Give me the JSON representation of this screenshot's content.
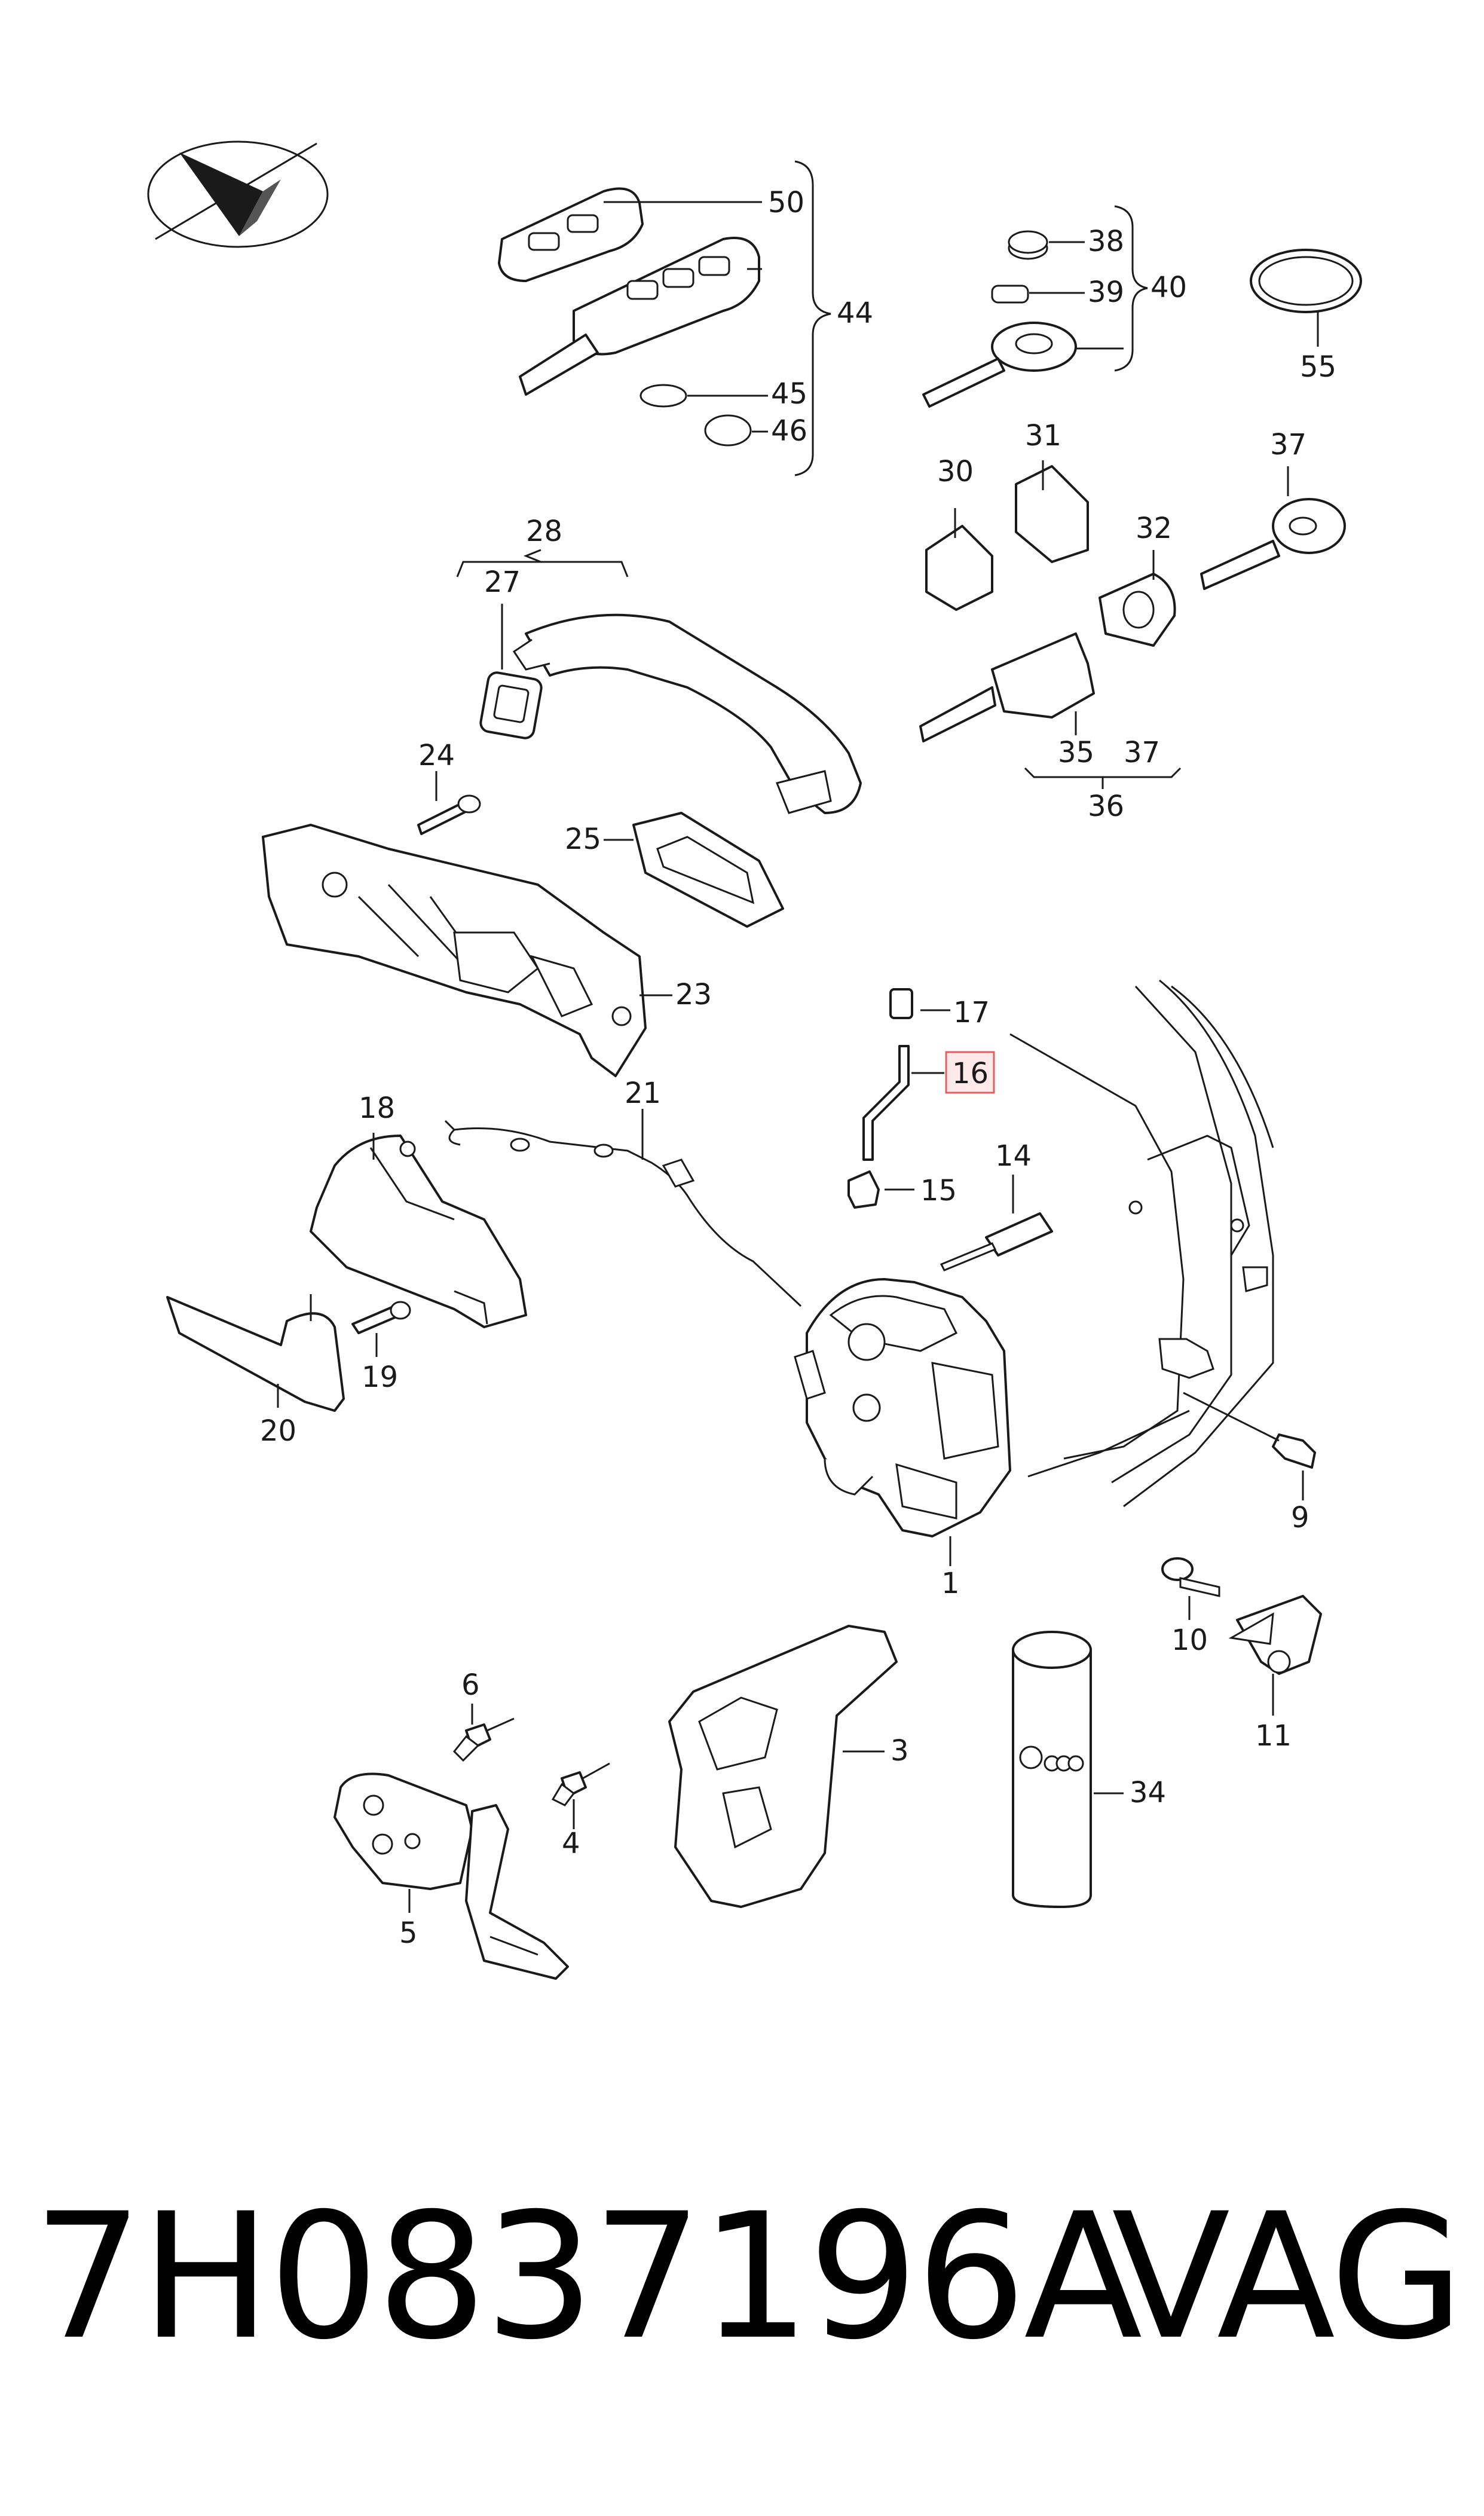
{
  "diagram": {
    "callouts": {
      "c50": "50",
      "c44": "44",
      "c45": "45",
      "c46": "46",
      "c38": "38",
      "c39": "39",
      "c40": "40",
      "c55": "55",
      "c28": "28",
      "c27": "27",
      "c30": "30",
      "c31": "31",
      "c37a": "37",
      "c32": "32",
      "c35": "35",
      "c37b": "37",
      "c36": "36",
      "c24": "24",
      "c25": "25",
      "c23": "23",
      "c17": "17",
      "c16": "16",
      "c15": "15",
      "c14": "14",
      "c18": "18",
      "c21": "21",
      "c19": "19",
      "c20": "20",
      "c1": "1",
      "c9": "9",
      "c10": "10",
      "c11": "11",
      "c6": "6",
      "c3": "3",
      "c4": "4",
      "c5": "5",
      "c34": "34"
    },
    "highlighted_callout": "16",
    "highlight_color": "#e06060"
  },
  "footer": {
    "part_number": "7H0837196A",
    "brand": "VAG"
  }
}
